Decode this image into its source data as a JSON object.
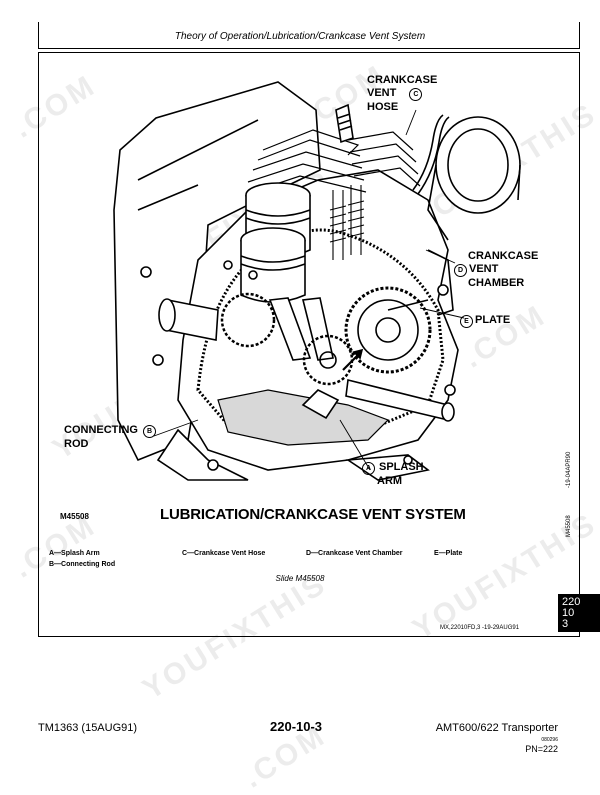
{
  "header": {
    "title": "Theory of Operation/Lubrication/Crankcase Vent System"
  },
  "figure": {
    "id": "M45508",
    "title": "LUBRICATION/CRANKCASE VENT SYSTEM",
    "callouts": {
      "c_line1": "CRANKCASE",
      "c_line2": "VENT",
      "c_line3": "HOSE",
      "c_letter": "C",
      "d_line1": "CRANKCASE",
      "d_line2": "VENT",
      "d_line3": "CHAMBER",
      "d_letter": "D",
      "e_label": "PLATE",
      "e_letter": "E",
      "b_line1": "CONNECTING",
      "b_line2": "ROD",
      "b_letter": "B",
      "a_line1": "SPLASH",
      "a_line2": "ARM",
      "a_letter": "A"
    },
    "side_code_top": "-19-04APR90",
    "side_code_bottom": "M45508"
  },
  "legend": {
    "a": "A—Splash Arm",
    "b": "B—Connecting Rod",
    "c": "C—Crankcase Vent Hose",
    "d": "D—Crankcase Vent Chamber",
    "e": "E—Plate"
  },
  "slide": "Slide M45508",
  "reference": "MX,22010FD,3   -19-29AUG91",
  "tab": {
    "line1": "220",
    "line2": "10",
    "line3": "3"
  },
  "footer": {
    "left": "TM1363 (15AUG91)",
    "center": "220-10-3",
    "right": "AMT600/622 Transporter",
    "small": "080296",
    "pn": "PN=222"
  },
  "watermarks": [
    "YOUFIXTHIS",
    ".COM"
  ]
}
